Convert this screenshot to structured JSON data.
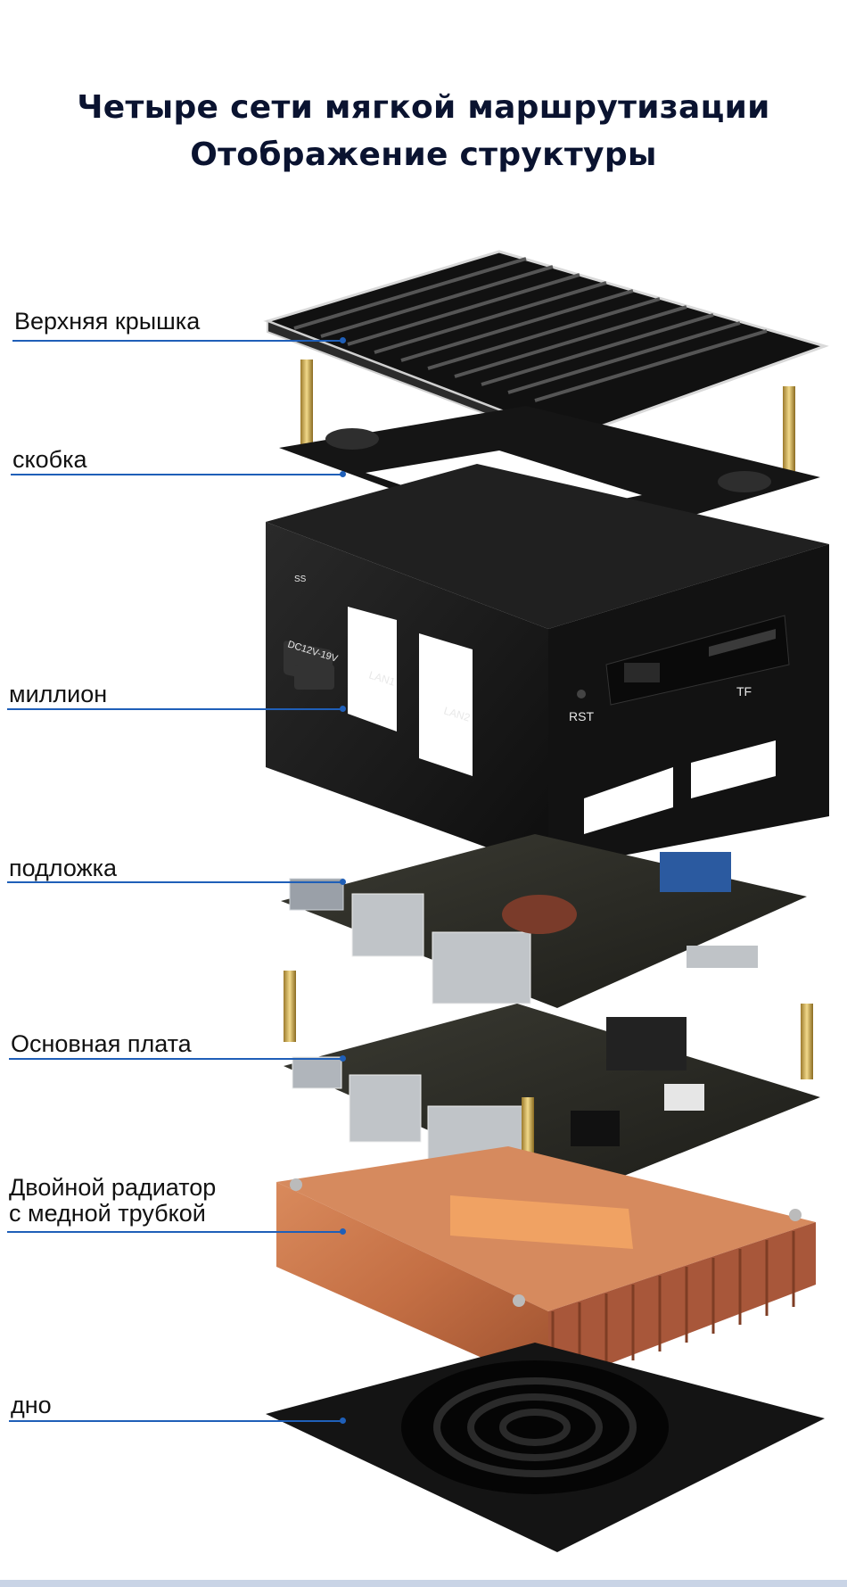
{
  "heading": {
    "line1": "Четыре сети мягкой маршрутизации",
    "line2": "Отображение структуры"
  },
  "labels": {
    "top_cover": "Верхняя крышка",
    "bracket": "скобка",
    "shell": "миллион",
    "substrate": "подложка",
    "mainboard": "Основная плата",
    "heatsink_line1": "Двойной радиатор",
    "heatsink_line2": "с медной трубкой",
    "bottom": "дно"
  },
  "port_labels": {
    "usb": "SS",
    "dc": "DC12V-19V",
    "lan1": "LAN1",
    "lan2": "LAN2",
    "rst": "RST",
    "tf": "TF"
  },
  "colors": {
    "accent_line": "#1f5fb8",
    "title": "#0a1330",
    "case": "#1a1a1a",
    "copper": "#c8754a"
  }
}
